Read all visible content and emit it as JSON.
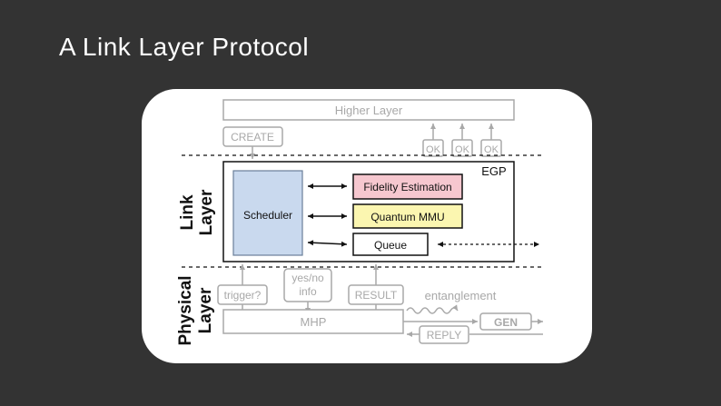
{
  "slide": {
    "title": "A Link Layer Protocol"
  },
  "diagram": {
    "higher_layer": "Higher Layer",
    "create": "CREATE",
    "ok_labels": [
      "OK",
      "OK",
      "OK"
    ],
    "link_layer_label": [
      "Link",
      "Layer"
    ],
    "physical_layer_label": [
      "Physical",
      "Layer"
    ],
    "egp": "EGP",
    "scheduler": "Scheduler",
    "fidelity_estimation": "Fidelity Estimation",
    "quantum_mmu": "Quantum MMU",
    "queue": "Queue",
    "trigger": "trigger?",
    "yes_no": [
      "yes/no",
      "info"
    ],
    "result": "RESULT",
    "entanglement": "entanglement",
    "gen": "GEN",
    "mhp": "MHP",
    "reply": "REPLY",
    "colors": {
      "scheduler_fill": "#c9d9ee",
      "fidelity_fill": "#f6c7cf",
      "mmu_fill": "#fbf6b0",
      "grey": "#a8a8a8"
    }
  }
}
